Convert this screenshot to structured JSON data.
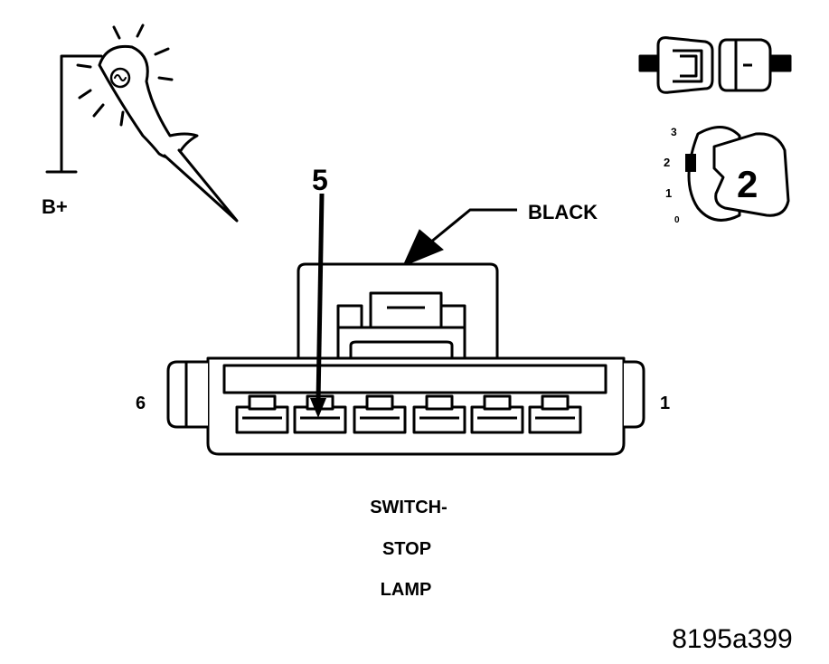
{
  "diagram": {
    "test_light": {
      "supply_label": "B+"
    },
    "pin_callout": "5",
    "connector_color_label": "BLACK",
    "pin_left_label": "6",
    "pin_right_label": "1",
    "component_name": [
      "SWITCH-",
      "STOP",
      "LAMP"
    ],
    "ignition_key": {
      "positions": [
        "3",
        "2",
        "1",
        "0"
      ],
      "selected_position": "2"
    },
    "figure_id": "8195a399"
  }
}
